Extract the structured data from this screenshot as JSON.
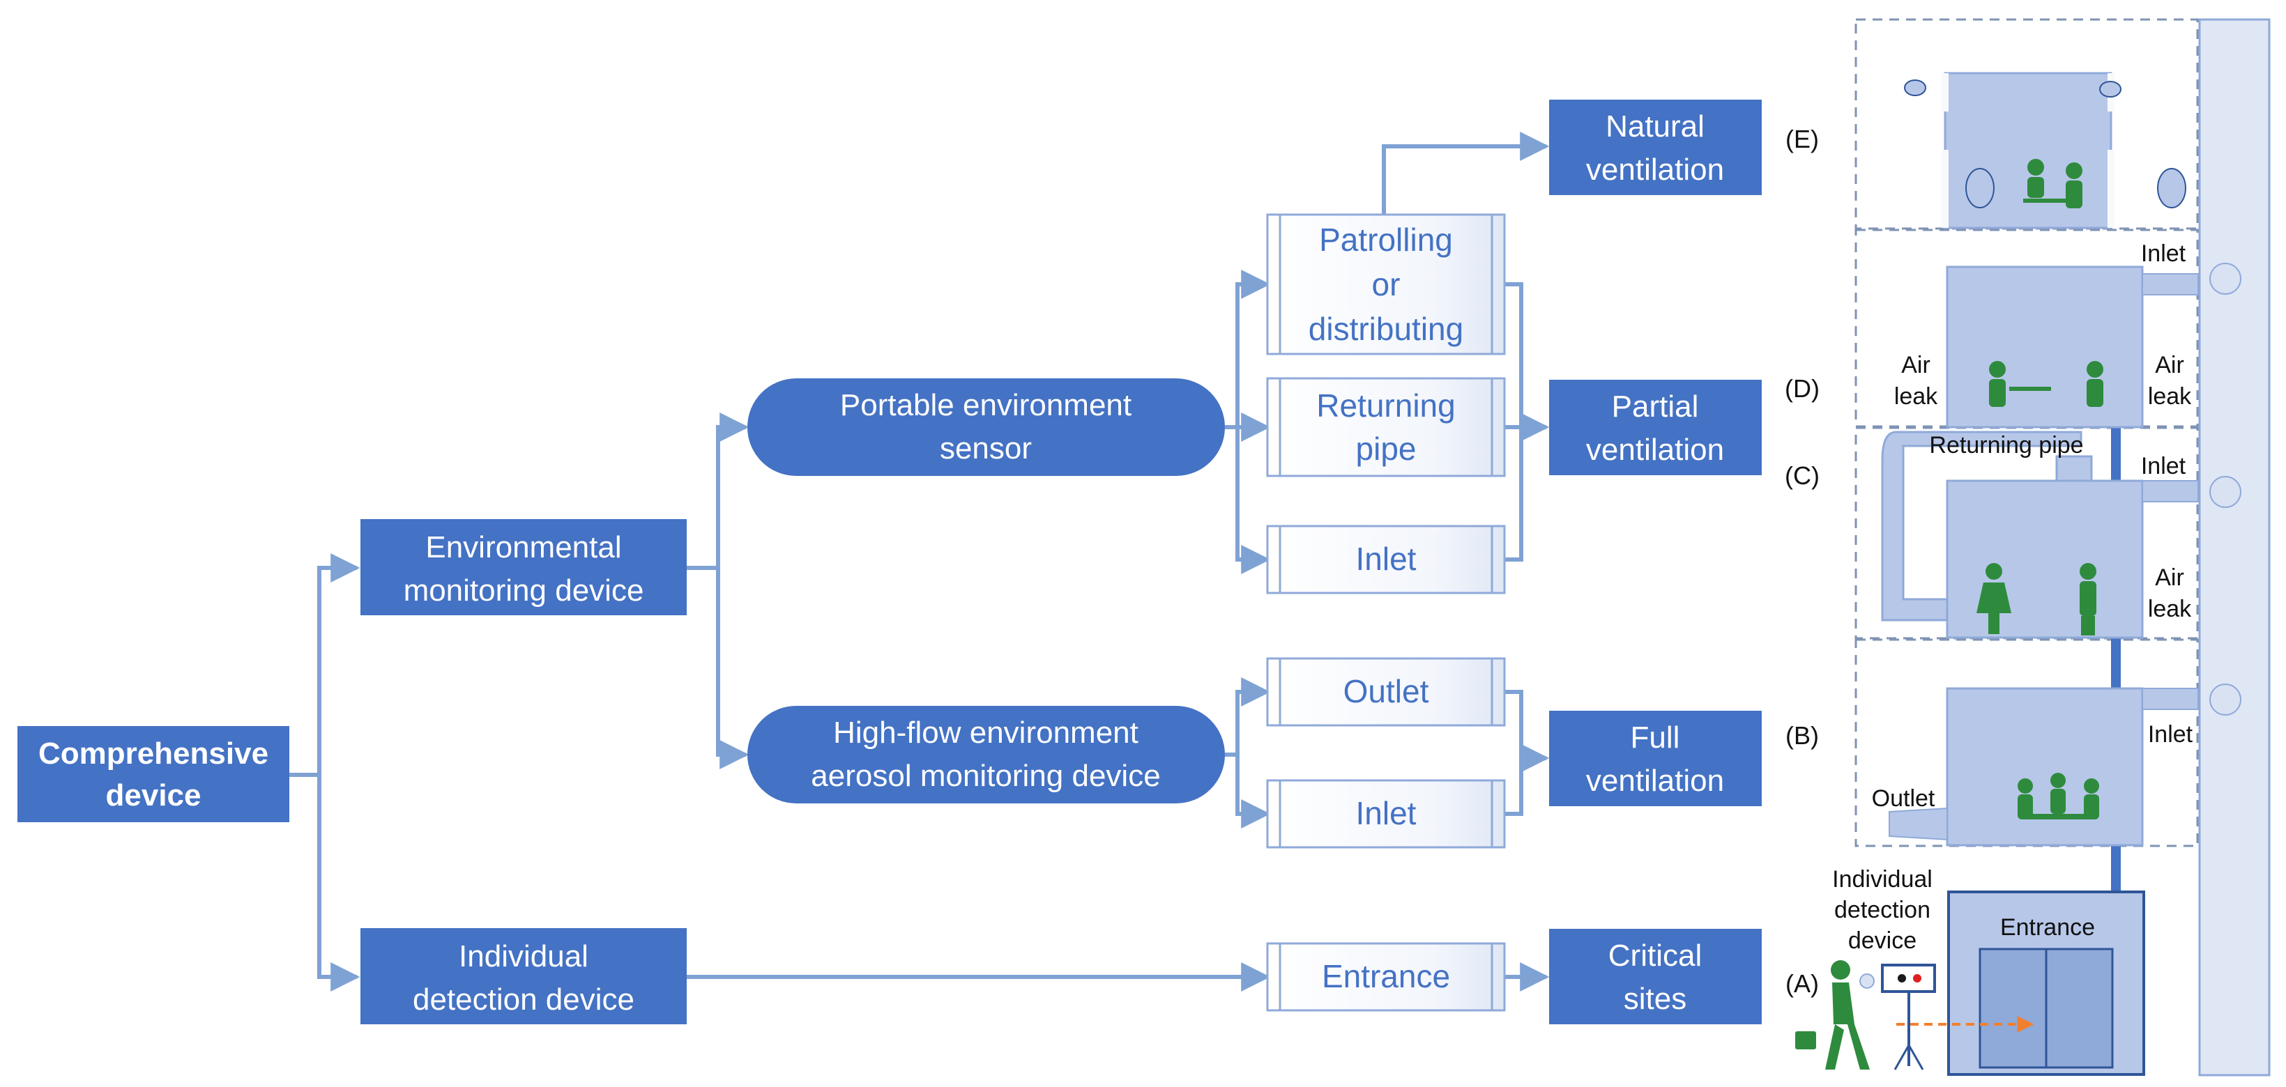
{
  "colors": {
    "box_fill": "#4472c4",
    "node_border": "#8fa9d9",
    "line": "#7fa2d4",
    "room_fill": "#b7c7e8",
    "wall_fill": "#dfe7f5",
    "people": "#2e8b3e",
    "arrow_orange": "#f08030"
  },
  "left": {
    "comprehensive": [
      "Comprehensive",
      "device"
    ],
    "environmental": [
      "Environmental",
      "monitoring device"
    ],
    "individual": [
      "Individual",
      "detection device"
    ]
  },
  "middle": {
    "portable": [
      "Portable environment",
      "sensor"
    ],
    "highflow": [
      "High-flow environment",
      "aerosol monitoring device"
    ]
  },
  "nodes": {
    "patrolling": [
      "Patrolling",
      "or",
      "distributing"
    ],
    "returning": [
      "Returning",
      "pipe"
    ],
    "inlet_upper": "Inlet",
    "outlet": "Outlet",
    "inlet_lower": "Inlet",
    "entrance": "Entrance"
  },
  "results": {
    "natural": [
      "Natural",
      "ventilation"
    ],
    "partial": [
      "Partial",
      "ventilation"
    ],
    "full": [
      "Full",
      "ventilation"
    ],
    "critical": [
      "Critical",
      "sites"
    ]
  },
  "scene_labels": {
    "E": "(E)",
    "D": "(D)",
    "C": "(C)",
    "B": "(B)",
    "A": "(A)"
  },
  "scene_text": {
    "inlet_d": "Inlet",
    "air_leak_left_d": [
      "Air",
      "leak"
    ],
    "air_leak_right_d": [
      "Air",
      "leak"
    ],
    "returning_pipe_c": "Returning pipe",
    "inlet_c": "Inlet",
    "air_leak_c": [
      "Air",
      "leak"
    ],
    "inlet_b": "Inlet",
    "outlet_b": "Outlet",
    "indiv_device": [
      "Individual",
      "detection",
      "device"
    ],
    "entrance": "Entrance"
  }
}
